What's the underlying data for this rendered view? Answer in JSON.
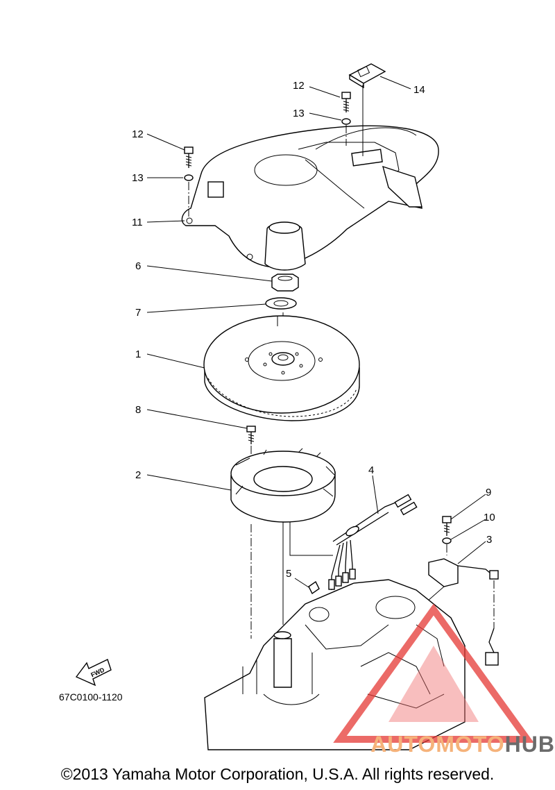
{
  "callouts": {
    "c1": "1",
    "c2": "2",
    "c3": "3",
    "c4": "4",
    "c5": "5",
    "c6": "6",
    "c7": "7",
    "c8": "8",
    "c9": "9",
    "c10": "10",
    "c11": "11",
    "c12a": "12",
    "c12b": "12",
    "c13a": "13",
    "c13b": "13",
    "c14": "14"
  },
  "diagram_code": "67C0100-1120",
  "fwd_label": "FWD",
  "watermark": {
    "part1": "AUTOMOTO",
    "part2": "HUB",
    "color_primary": "#e53935",
    "color_accent": "#f5a05a",
    "color_dark": "#555555"
  },
  "copyright": "©2013 Yamaha Motor Corporation, U.S.A. All rights reserved."
}
